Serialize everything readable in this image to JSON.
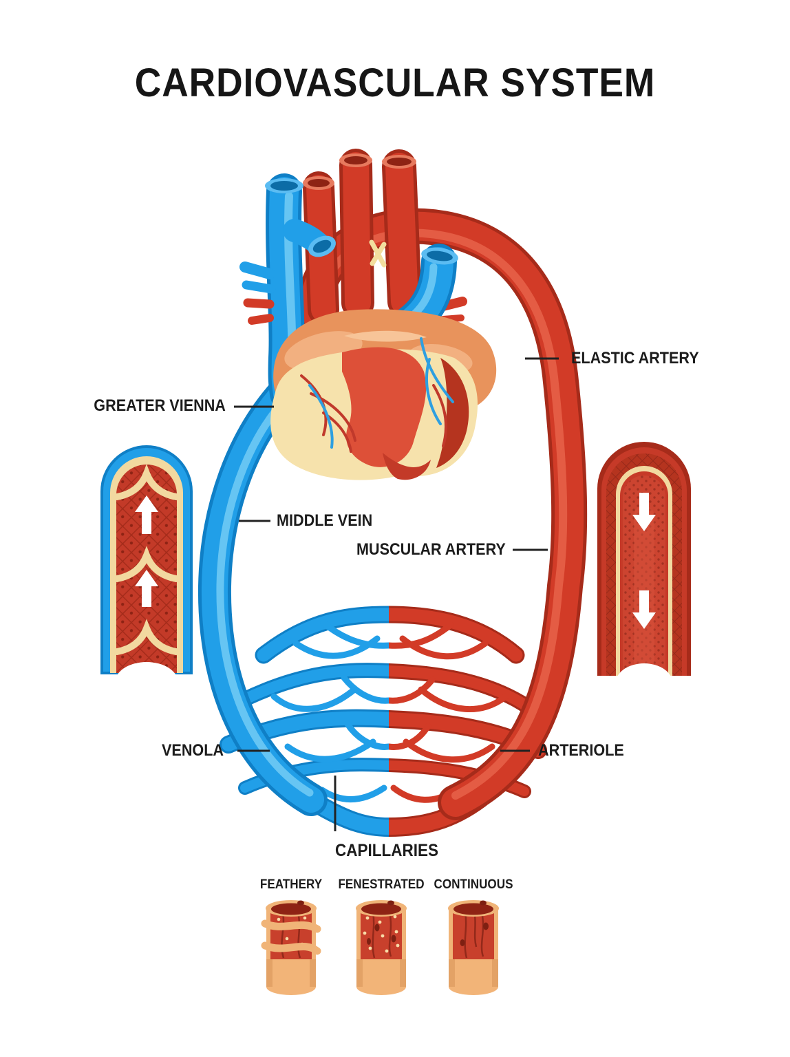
{
  "title": "CARDIOVASCULAR SYSTEM",
  "labels": {
    "elastic_artery": "ELASTIC ARTERY",
    "greater_vienna": "GREATER VIENNA",
    "middle_vein": "MIDDLE VEIN",
    "muscular_artery": "MUSCULAR ARTERY",
    "venola": "VENOLA",
    "arteriole": "ARTERIOLE",
    "capillaries": "CAPILLARIES"
  },
  "capillary_types": [
    {
      "label": "FEATHERY"
    },
    {
      "label": "FENESTRATED"
    },
    {
      "label": "CONTINUOUS"
    }
  ],
  "icons": {
    "vein_flow": "up-arrow",
    "artery_flow": "down-arrow"
  },
  "flow": {
    "vein_section_arrows": 2,
    "artery_section_arrows": 2,
    "vein_direction": "up",
    "artery_direction": "down"
  },
  "colors": {
    "vein_blue": "#219FE8",
    "vein_blue_dark": "#0F7FC6",
    "vein_blue_light": "#7FD0F5",
    "artery_red": "#D23B27",
    "artery_red_dark": "#A62B1A",
    "artery_red_light": "#E9654C",
    "atria_orange": "#E8935C",
    "heart_cream": "#F6E2AC",
    "wall_cream": "#F2D9A0",
    "capillary_tan": "#F2B478",
    "label_text": "#1C1C1C"
  }
}
